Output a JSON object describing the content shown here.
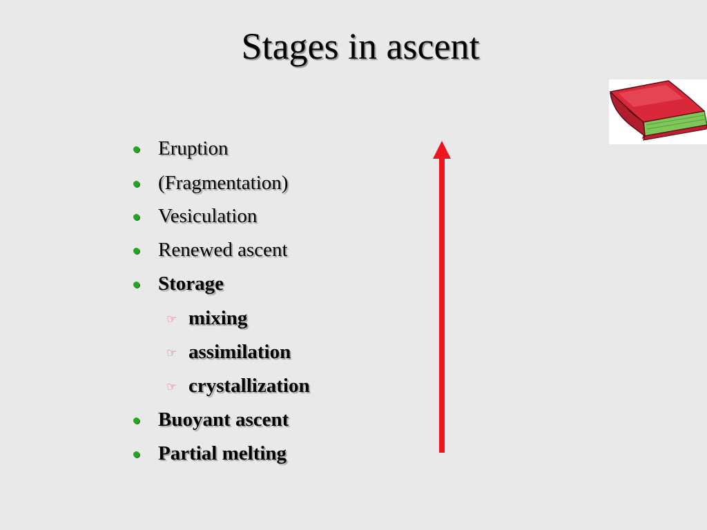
{
  "slide": {
    "title": "Stages in ascent",
    "items": [
      {
        "label": "Eruption",
        "level": 1,
        "bold": false
      },
      {
        "label": "(Fragmentation)",
        "level": 1,
        "bold": false
      },
      {
        "label": "Vesiculation",
        "level": 1,
        "bold": false
      },
      {
        "label": "Renewed ascent",
        "level": 1,
        "bold": false
      },
      {
        "label": "Storage",
        "level": 1,
        "bold": true
      },
      {
        "label": "mixing",
        "level": 2,
        "bold": true
      },
      {
        "label": "assimilation",
        "level": 2,
        "bold": true
      },
      {
        "label": "crystallization",
        "level": 2,
        "bold": true
      },
      {
        "label": "Buoyant ascent",
        "level": 1,
        "bold": true
      },
      {
        "label": "Partial melting",
        "level": 1,
        "bold": true
      }
    ],
    "icons": {
      "bullet_level1": "green-dot-icon",
      "bullet_level2": "pointing-hand-icon",
      "arrow": "up-arrow-icon",
      "clipart": "red-book-icon"
    },
    "colors": {
      "background": "#e9e9e9",
      "bullet": "#1fa81f",
      "arrow": "#f0141e",
      "book_cover": "#d9283a",
      "book_pages": "#7ec85a"
    }
  }
}
